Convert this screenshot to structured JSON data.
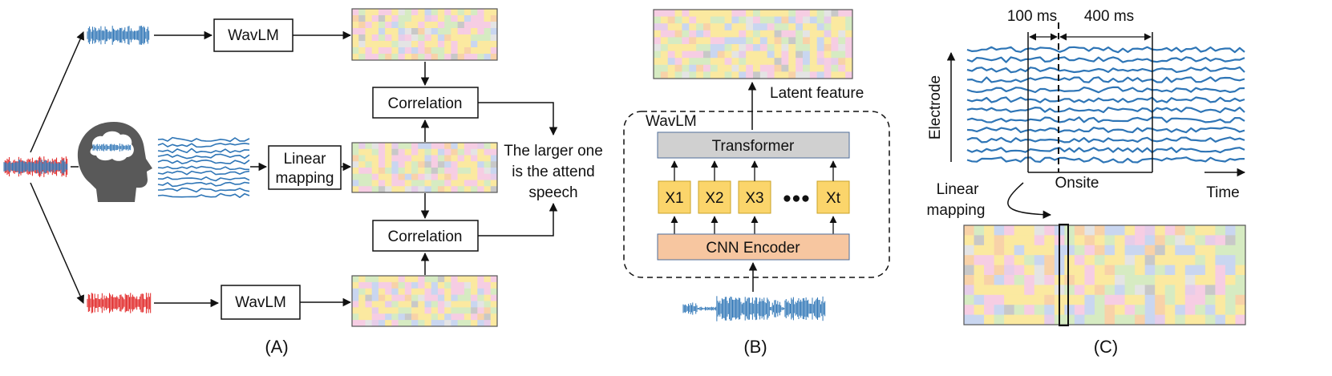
{
  "panel_a": {
    "caption": "(A)",
    "top_model": "WavLM",
    "bottom_model": "WavLM",
    "correlation_top": "Correlation",
    "correlation_bottom": "Correlation",
    "linear_mapping": [
      "Linear",
      "mapping"
    ],
    "decision": [
      "The larger one",
      "is the attend",
      "speech"
    ]
  },
  "panel_b": {
    "caption": "(B)",
    "output_label": "Latent feature",
    "group_label": "WavLM",
    "transformer": "Transformer",
    "tokens": [
      "X1",
      "X2",
      "X3",
      "Xt"
    ],
    "ellipsis": "●●●",
    "encoder": "CNN Encoder"
  },
  "panel_c": {
    "caption": "(C)",
    "window_pre": "100 ms",
    "window_post": "400 ms",
    "y_axis": "Electrode",
    "x_axis": "Time",
    "onset": "Onsite",
    "linear_mapping": [
      "Linear",
      "mapping"
    ]
  },
  "colors": {
    "box_border": "#111111",
    "transformer_fill": "#d0d0d0",
    "token_fill": "#fbd56b",
    "encoder_fill": "#f7c6a0",
    "eeg_blue": "#2e75b6",
    "speech_blue": "#2e75b6",
    "speech_red": "#e02020",
    "head_gray": "#595959",
    "feature_palette": [
      "#fbe9a0",
      "#f6cde3",
      "#d6ebc2",
      "#c9d6f0",
      "#e4e4e4",
      "#f8d2a8",
      "#c8c8c8",
      "#e6cde9"
    ]
  }
}
